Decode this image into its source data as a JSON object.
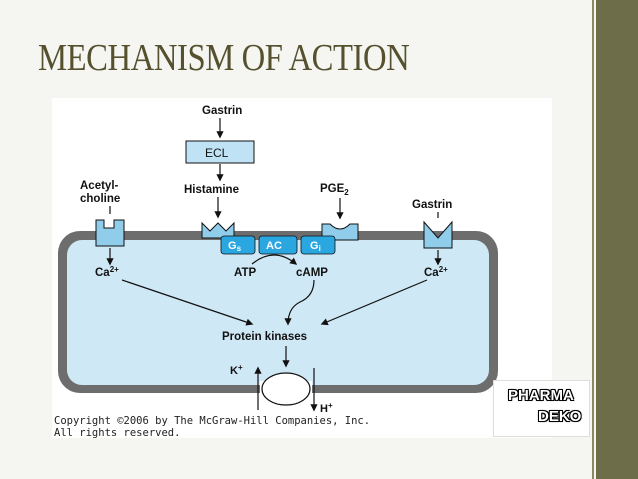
{
  "slide": {
    "title": "MECHANISM OF ACTION",
    "accent_color": "#6e6d4a",
    "title_color": "#55512f"
  },
  "diagram": {
    "top_label": "Gastrin",
    "ecl_label": "ECL",
    "histamine_label": "Histamine",
    "acetylcholine_label_1": "Acetyl-",
    "acetylcholine_label_2": "choline",
    "pge2_base": "PGE",
    "pge2_sub": "2",
    "gastrin_right_label": "Gastrin",
    "gs_base": "G",
    "gs_sub": "s",
    "ac_label": "AC",
    "gi_base": "G",
    "gi_sub": "i",
    "atp_label": "ATP",
    "camp_label": "cAMP",
    "ca_left_base": "Ca",
    "ca_left_sup": "2+",
    "ca_right_base": "Ca",
    "ca_right_sup": "2+",
    "protein_kinases_label": "Protein kinases",
    "k_base": "K",
    "k_sup": "+",
    "h_base": "H",
    "h_sup": "+",
    "cell_fill": "#cfe8f5",
    "receptor_fill": "#8fcdea",
    "gprotein_fill": "#2aa6e0",
    "membrane_color": "#6d6d6d"
  },
  "copyright": {
    "line1": "Copyright ©2006 by The McGraw-Hill Companies, Inc.",
    "line2": "All rights reserved."
  },
  "badge": {
    "line1": "PHARMA",
    "line2": "DEKO"
  }
}
